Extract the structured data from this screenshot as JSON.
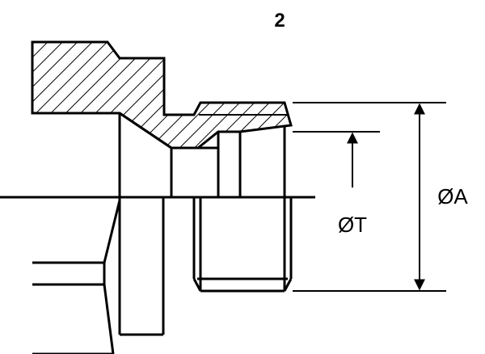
{
  "figure": {
    "number": "2",
    "dimension_a": "ØA",
    "dimension_t": "ØT"
  },
  "colors": {
    "ink": "#000000",
    "paper": "#ffffff"
  }
}
